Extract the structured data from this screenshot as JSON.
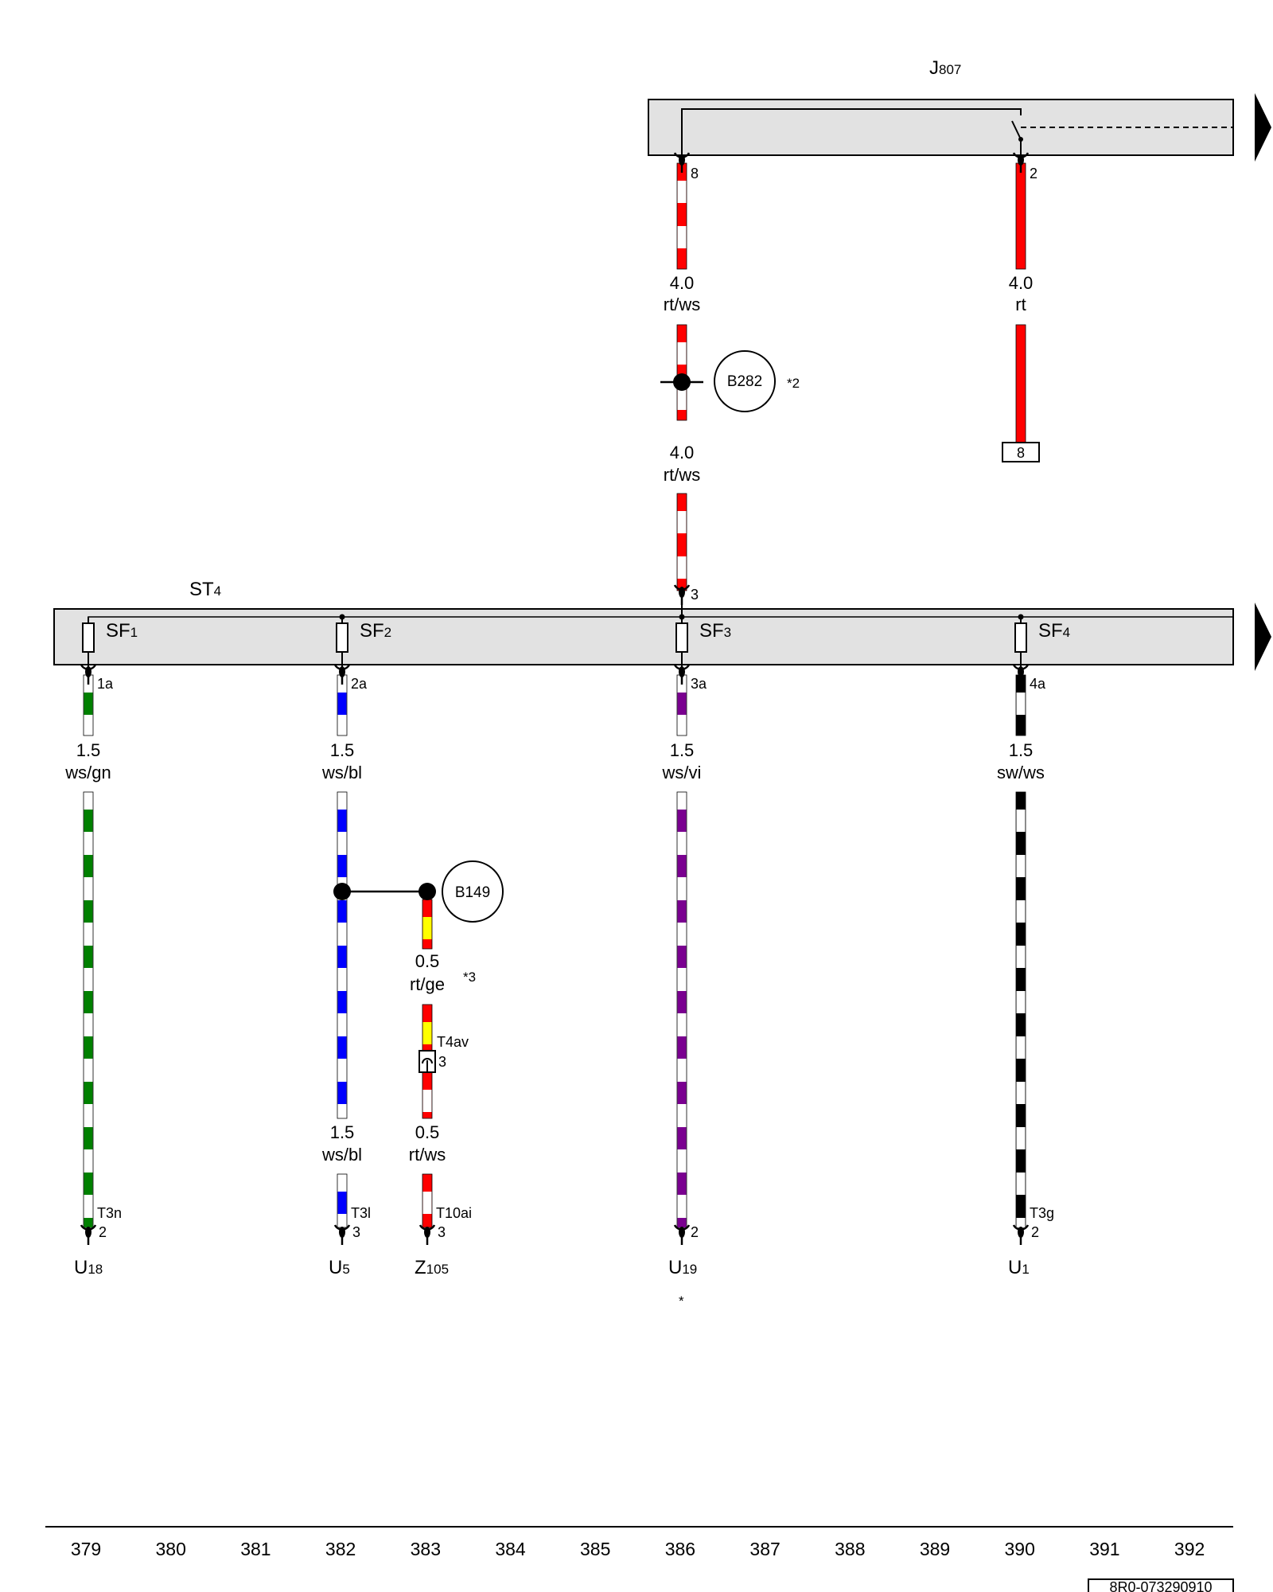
{
  "components": {
    "J807": {
      "main": "J",
      "sub": "807"
    },
    "ST4": {
      "main": "ST",
      "sub": "4"
    },
    "U18": {
      "main": "U",
      "sub": "18"
    },
    "U5": {
      "main": "U",
      "sub": "5"
    },
    "Z105": {
      "main": "Z",
      "sub": "105"
    },
    "U19": {
      "main": "U",
      "sub": "19"
    },
    "U1": {
      "main": "U",
      "sub": "1"
    }
  },
  "fuses": [
    {
      "main": "SF",
      "sub": "1"
    },
    {
      "main": "SF",
      "sub": "2"
    },
    {
      "main": "SF",
      "sub": "3"
    },
    {
      "main": "SF",
      "sub": "4"
    }
  ],
  "pins": {
    "j807_8": "8",
    "j807_2": "2",
    "st4_3": "3",
    "sf1": "1a",
    "sf2": "2a",
    "sf3": "3a",
    "sf4": "4a",
    "t4av_pin": "3",
    "t3n_pin": "2",
    "t3l_pin": "3",
    "t10ai_pin": "3",
    "u19_pin": "2",
    "t3g_pin": "2",
    "terminal_8": "8"
  },
  "connectors": {
    "t3n": "T3n",
    "t3l": "T3l",
    "t10ai": "T10ai",
    "t3g": "T3g",
    "t4av": "T4av"
  },
  "wires": [
    {
      "gauge": "4.0",
      "color": "rt/ws"
    },
    {
      "gauge": "4.0",
      "color": "rt"
    },
    {
      "gauge": "4.0",
      "color": "rt/ws"
    },
    {
      "gauge": "1.5",
      "color": "ws/gn"
    },
    {
      "gauge": "1.5",
      "color": "ws/bl"
    },
    {
      "gauge": "1.5",
      "color": "ws/vi"
    },
    {
      "gauge": "1.5",
      "color": "sw/ws"
    },
    {
      "gauge": "0.5",
      "color": "rt/ge"
    },
    {
      "gauge": "1.5",
      "color": "ws/bl"
    },
    {
      "gauge": "0.5",
      "color": "rt/ws"
    }
  ],
  "grounds": {
    "b282": "B282",
    "b149": "B149"
  },
  "notes": {
    "n2": "*2",
    "n3": "*3",
    "star": "*"
  },
  "columns": [
    "379",
    "380",
    "381",
    "382",
    "383",
    "384",
    "385",
    "386",
    "387",
    "388",
    "389",
    "390",
    "391",
    "392"
  ],
  "ref_code": "8R0-073290910",
  "colors": {
    "rt": "#ff0000",
    "ws": "#ffffff",
    "gn": "#008000",
    "bl": "#0000ff",
    "vi": "#7a0090",
    "sw": "#000000",
    "ge": "#ffff00",
    "box": "#e2e2e2"
  }
}
